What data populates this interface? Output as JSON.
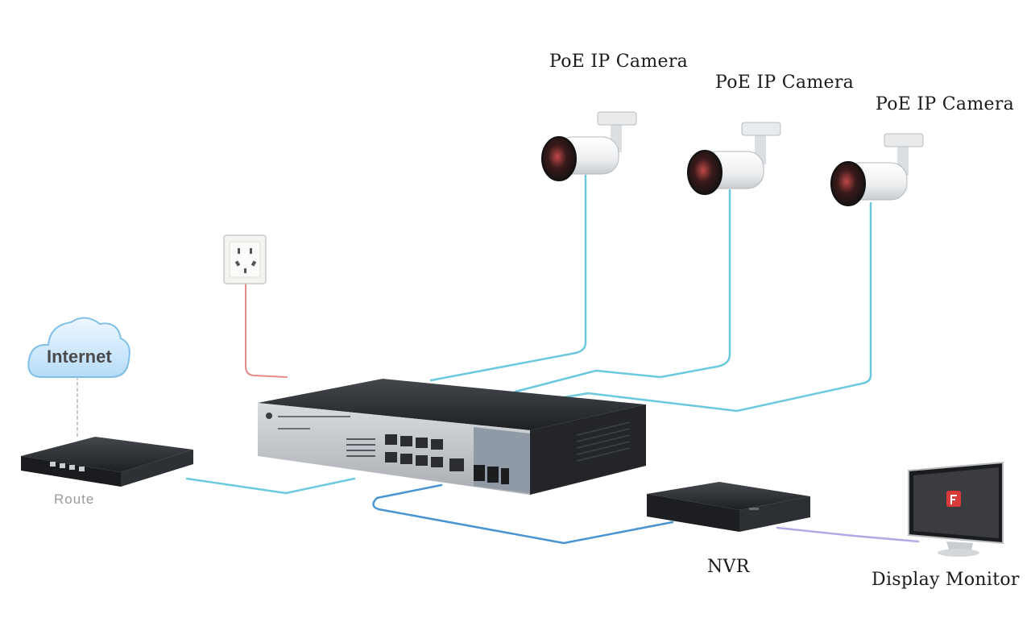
{
  "labels": {
    "camera_1": "PoE IP Camera",
    "camera_2": "PoE IP Camera",
    "camera_3": "PoE IP Camera",
    "internet": "Internet",
    "router": "Route",
    "nvr": "NVR",
    "monitor": "Display Monitor"
  },
  "icons": {
    "cloud": "cloud-icon",
    "router": "router-icon",
    "power_outlet": "power-outlet-icon",
    "switch": "poe-switch-icon",
    "camera": "bullet-camera-icon",
    "nvr": "nvr-recorder-icon",
    "monitor": "monitor-icon"
  },
  "colors": {
    "ethernet_cable": "#6cc9dd",
    "uplink_cable": "#4a94d2",
    "power_cable": "#e88a8a",
    "video_cable": "#b3a8e8",
    "cloud_fill": "#cfe8fb",
    "device_dark": "#2c2f33"
  }
}
